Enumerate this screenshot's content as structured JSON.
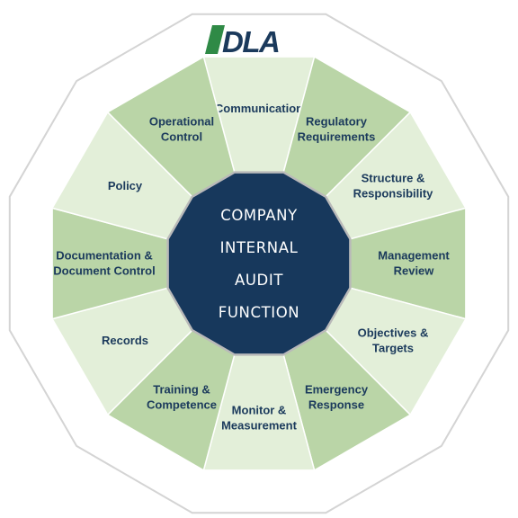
{
  "logo": {
    "text": "DLA"
  },
  "colors": {
    "outer_ring_fill": "#ffffff",
    "outer_ring_stroke": "#d4d4d4",
    "segment_dark": "#bad5a7",
    "segment_light": "#e3efd9",
    "segment_stroke": "#ffffff",
    "center_fill": "#17385c",
    "center_stroke": "#b9b9b9",
    "label_color": "#1b3a5c",
    "logo_green": "#2f8a46",
    "logo_blue": "#1b3a5c"
  },
  "center": {
    "lines": [
      "COMPANY",
      "INTERNAL",
      "AUDIT",
      "FUNCTION"
    ]
  },
  "segments": [
    {
      "label": [
        "Communication"
      ],
      "shade": "light"
    },
    {
      "label": [
        "Regulatory",
        "Requirements"
      ],
      "shade": "dark"
    },
    {
      "label": [
        "Structure &",
        "Responsibility"
      ],
      "shade": "light"
    },
    {
      "label": [
        "Management",
        "Review"
      ],
      "shade": "dark"
    },
    {
      "label": [
        "Objectives &",
        "Targets"
      ],
      "shade": "light"
    },
    {
      "label": [
        "Emergency",
        "Response"
      ],
      "shade": "dark"
    },
    {
      "label": [
        "Monitor &",
        "Measurement"
      ],
      "shade": "light"
    },
    {
      "label": [
        "Training &",
        "Competence"
      ],
      "shade": "dark"
    },
    {
      "label": [
        "Records"
      ],
      "shade": "light"
    },
    {
      "label": [
        "Documentation &",
        "Document Control"
      ],
      "shade": "dark"
    },
    {
      "label": [
        "Policy"
      ],
      "shade": "light"
    },
    {
      "label": [
        "Operational",
        "Control"
      ],
      "shade": "dark"
    }
  ]
}
